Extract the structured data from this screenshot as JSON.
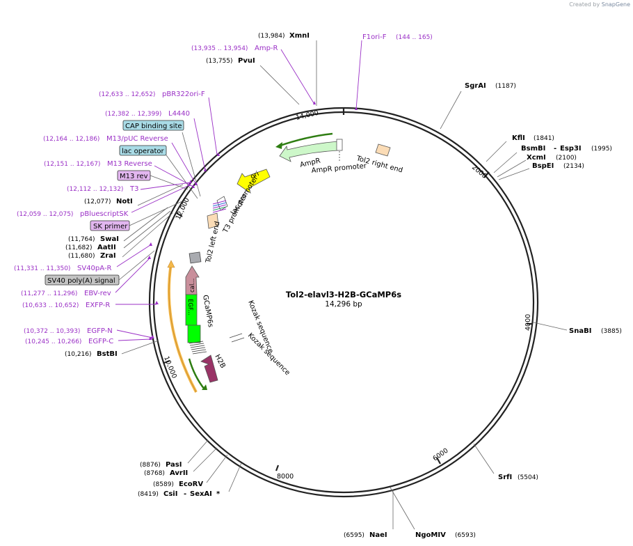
{
  "credit": {
    "prefix": "Created by",
    "brand": "SnapGene"
  },
  "center": {
    "name": "Tol2-elavl3-H2B-GCaMP6s",
    "length": "14,296 bp"
  },
  "ticks": [
    "14,000",
    "2000",
    "4000",
    "6000",
    "8000",
    "10,000",
    "12,000"
  ],
  "enzymes": [
    {
      "id": "xmni",
      "name": "XmnI",
      "pos": "(13,984)"
    },
    {
      "id": "pvui",
      "name": "PvuI",
      "pos": "(13,755)"
    },
    {
      "id": "notI",
      "name": "NotI",
      "pos": "(12,077)"
    },
    {
      "id": "swai",
      "name": "SwaI",
      "pos": "(11,764)"
    },
    {
      "id": "aatii",
      "name": "AatII",
      "pos": "(11,682)"
    },
    {
      "id": "zrai",
      "name": "ZraI",
      "pos": "(11,680)"
    },
    {
      "id": "bstbi",
      "name": "BstBI",
      "pos": "(10,216)"
    },
    {
      "id": "sgrai",
      "name": "SgrAI",
      "pos": "(1187)"
    },
    {
      "id": "kfli",
      "name": "KflI",
      "pos": "(1841)"
    },
    {
      "id": "bsmbi",
      "name": "BsmBI",
      "name2": "Esp3I",
      "pos": "(1995)"
    },
    {
      "id": "xcmi",
      "name": "XcmI",
      "pos": "(2100)"
    },
    {
      "id": "bspei",
      "name": "BspEI",
      "pos": "(2134)"
    },
    {
      "id": "snabi",
      "name": "SnaBI",
      "pos": "(3885)"
    },
    {
      "id": "srfi",
      "name": "SrfI",
      "pos": "(5504)"
    },
    {
      "id": "ngomiv",
      "name": "NgoMIV",
      "pos": "(6593)"
    },
    {
      "id": "naei",
      "name": "NaeI",
      "pos": "(6595)"
    },
    {
      "id": "pasi",
      "name": "PasI",
      "pos": "(8876)"
    },
    {
      "id": "avrii",
      "name": "AvrII",
      "pos": "(8768)"
    },
    {
      "id": "ecorv",
      "name": "EcoRV",
      "pos": "(8589)"
    },
    {
      "id": "csii",
      "name": "CsiI",
      "name2": "SexAI",
      "star": "*",
      "pos": "(8419)"
    }
  ],
  "primers": [
    {
      "id": "f1ori",
      "name": "F1ori-F",
      "range": "(144 .. 165)"
    },
    {
      "id": "ampr",
      "name": "Amp-R",
      "range": "(13,935 .. 13,954)"
    },
    {
      "id": "pbr",
      "name": "pBR322ori-F",
      "range": "(12,633 .. 12,652)"
    },
    {
      "id": "l4440",
      "name": "L4440",
      "range": "(12,382 .. 12,399)"
    },
    {
      "id": "m13puc",
      "name": "M13/pUC Reverse",
      "range": "(12,164 .. 12,186)"
    },
    {
      "id": "m13rev",
      "name": "M13 Reverse",
      "range": "(12,151 .. 12,167)"
    },
    {
      "id": "t3",
      "name": "T3",
      "range": "(12,112 .. 12,132)"
    },
    {
      "id": "pbsk",
      "name": "pBluescriptSK",
      "range": "(12,059 .. 12,075)"
    },
    {
      "id": "sv40pa",
      "name": "SV40pA-R",
      "range": "(11,331 .. 11,350)"
    },
    {
      "id": "ebvrev",
      "name": "EBV-rev",
      "range": "(11,277 .. 11,296)"
    },
    {
      "id": "exfp",
      "name": "EXFP-R",
      "range": "(10,633 .. 10,652)"
    },
    {
      "id": "egfpn",
      "name": "EGFP-N",
      "range": "(10,372 .. 10,393)"
    },
    {
      "id": "egfpc",
      "name": "EGFP-C",
      "range": "(10,245 .. 10,266)"
    }
  ],
  "boxed": [
    {
      "id": "cap",
      "text": "CAP binding site",
      "fill": "#a9dbe6"
    },
    {
      "id": "lacop",
      "text": "lac operator",
      "fill": "#a9dbe6"
    },
    {
      "id": "m13revbox",
      "text": "M13 rev",
      "fill": "#e2b6ef"
    },
    {
      "id": "skprimer",
      "text": "SK primer",
      "fill": "#e2b6ef"
    },
    {
      "id": "sv40sig",
      "text": "SV40 poly(A) signal",
      "fill": "#c4c4c4"
    }
  ],
  "features": {
    "ampr": "AmpR",
    "ampr_promoter": "AmpR promoter",
    "tol2_right": "Tol2 right end",
    "ori": "ori",
    "lac_promoter": "lac promoter",
    "t3_promoter": "T3 promoter",
    "tol2_left": "Tol2 left end",
    "gcamp6s": "GCaMP6s",
    "egf": "EGF...",
    "cal": "cal...",
    "kozak1": "Kozak sequence",
    "kozak2": "Kozak sequence",
    "h2b": "H2B"
  },
  "colors": {
    "amp": "#cdf7c9",
    "ori": "#ffff00",
    "tol2": "#fbdcb6",
    "gcamp": "#00ff00",
    "cal": "#c98f9b",
    "h2b": "#993366",
    "primer": "#9a2fc6",
    "orange_arc": "#f5b94a",
    "green_arc": "#2e7d12"
  }
}
